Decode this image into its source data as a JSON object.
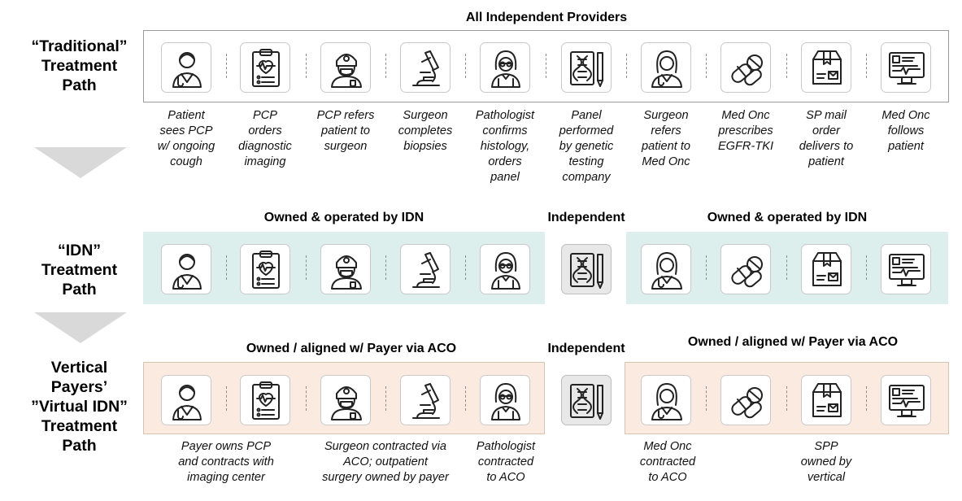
{
  "row_titles": {
    "traditional": [
      "“Traditional”",
      "Treatment",
      "Path"
    ],
    "idn": [
      "“IDN”",
      "Treatment",
      "Path"
    ],
    "vertical": [
      "Vertical",
      "Payers’",
      "”Virtual IDN”",
      "Treatment",
      "Path"
    ]
  },
  "headers": {
    "all_independent": "All Independent Providers",
    "idn_owned_left": "Owned & operated by IDN",
    "idn_independent": "Independent",
    "idn_owned_right": "Owned & operated by IDN",
    "payer_left": "Owned / aligned w/ Payer via ACO",
    "payer_independent": "Independent",
    "payer_right": "Owned / aligned w/ Payer via ACO"
  },
  "traditional_steps": [
    {
      "icon": "patient-icon",
      "caption": [
        "Patient",
        "sees PCP",
        "w/ ongoing",
        "cough"
      ]
    },
    {
      "icon": "clipboard-icon",
      "caption": [
        "PCP",
        "orders",
        "diagnostic",
        "imaging"
      ]
    },
    {
      "icon": "surgeon-icon",
      "caption": [
        "PCP refers",
        "patient to",
        "surgeon"
      ]
    },
    {
      "icon": "microscope-icon",
      "caption": [
        "Surgeon",
        "completes",
        "biopsies"
      ]
    },
    {
      "icon": "pathologist-icon",
      "caption": [
        "Pathologist",
        "confirms",
        "histology,",
        "orders",
        "panel"
      ]
    },
    {
      "icon": "dna-report-icon",
      "caption": [
        "Panel",
        "performed",
        "by genetic",
        "testing",
        "company"
      ]
    },
    {
      "icon": "doctor-icon",
      "caption": [
        "Surgeon",
        "refers",
        "patient to",
        "Med Onc"
      ]
    },
    {
      "icon": "pills-icon",
      "caption": [
        "Med Onc",
        "prescribes",
        "EGFR-TKI"
      ]
    },
    {
      "icon": "package-icon",
      "caption": [
        "SP mail",
        "order",
        "delivers to",
        "patient"
      ]
    },
    {
      "icon": "monitor-icon",
      "caption": [
        "Med Onc",
        "follows",
        "patient"
      ]
    }
  ],
  "vertical_captions": [
    [
      "Payer owns PCP",
      "and contracts with",
      "imaging center"
    ],
    [
      "Surgeon contracted via",
      "ACO; outpatient",
      "surgery owned by payer"
    ],
    [
      "Pathologist",
      "contracted",
      "to ACO"
    ],
    [
      "Med Onc",
      "contracted",
      "to ACO"
    ],
    [
      "SPP",
      "owned by",
      "vertical"
    ]
  ],
  "colors": {
    "idn_band": "#dcefec",
    "payer_band": "#fbeadf",
    "chevron": "#d9d9d9"
  }
}
